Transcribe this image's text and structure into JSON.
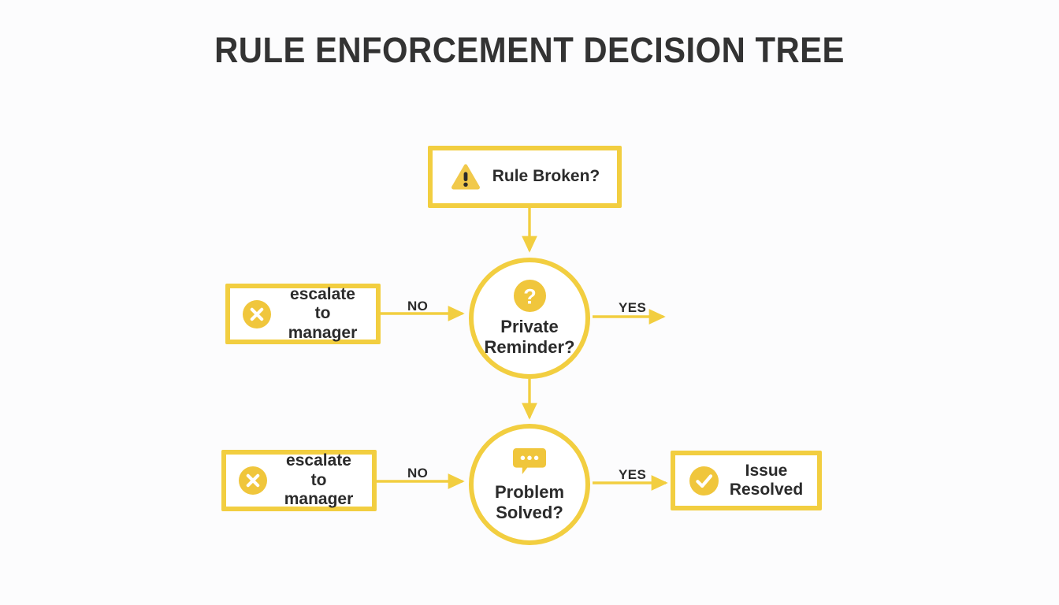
{
  "page": {
    "title": "RULE ENFORCEMENT DECISION TREE",
    "background_color": "#FCFCFD",
    "accent_color": "#F2CE40",
    "icon_fill_color": "#F0C63C",
    "text_color": "#2B2B2B",
    "title_color": "#333333"
  },
  "diagram": {
    "type": "decision-tree",
    "nodes": [
      {
        "id": "rule-broken",
        "shape": "rectangle",
        "label": "Rule Broken?",
        "icon": "warning-triangle-icon"
      },
      {
        "id": "private-reminder",
        "shape": "circle",
        "label": "Private\nReminder?",
        "icon": "question-mark-circle-icon"
      },
      {
        "id": "escalate-to-manager-1",
        "shape": "rectangle",
        "label": "escalate to\nmanager",
        "icon": "x-circle-icon"
      },
      {
        "id": "problem-solved",
        "shape": "circle",
        "label": "Problem\nSolved?",
        "icon": "speech-bubble-icon"
      },
      {
        "id": "escalate-to-manager-2",
        "shape": "rectangle",
        "label": "escalate to\nmanager",
        "icon": "x-circle-icon"
      },
      {
        "id": "issue-resolved",
        "shape": "rectangle",
        "label": "Issue\nResolved",
        "icon": "check-circle-icon"
      }
    ],
    "edges": [
      {
        "id": "e1",
        "from": "rule-broken",
        "to": "private-reminder",
        "label": "",
        "direction": "down"
      },
      {
        "id": "e2",
        "from": "escalate-to-manager-1",
        "to": "private-reminder",
        "label": "NO",
        "direction": "right"
      },
      {
        "id": "e3",
        "from": "private-reminder",
        "to": "",
        "label": "YES",
        "direction": "right"
      },
      {
        "id": "e4",
        "from": "private-reminder",
        "to": "problem-solved",
        "label": "",
        "direction": "down"
      },
      {
        "id": "e5",
        "from": "escalate-to-manager-2",
        "to": "problem-solved",
        "label": "NO",
        "direction": "right"
      },
      {
        "id": "e6",
        "from": "problem-solved",
        "to": "issue-resolved",
        "label": "YES",
        "direction": "right"
      }
    ]
  }
}
